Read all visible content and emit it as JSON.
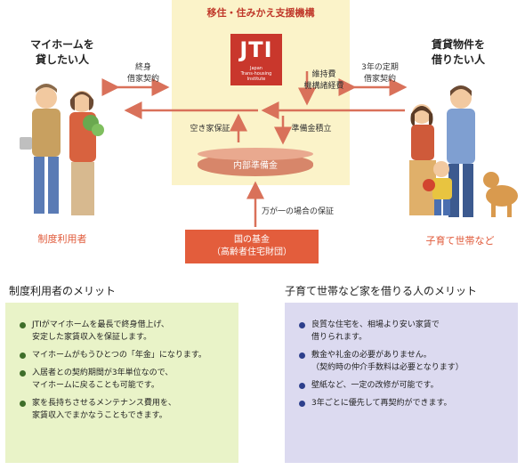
{
  "diagram": {
    "org_title": "移住・住みかえ支援機構",
    "logo": {
      "text": "JTI",
      "subtext": "Japan\nTrans-housing\nInstitute"
    },
    "left_party": {
      "title": "マイホームを\n貸したい人",
      "label": "制度利用者"
    },
    "right_party": {
      "title": "賃貸物件を\n借りたい人",
      "label": "子育て世帯など"
    },
    "arrow_labels": {
      "lifetime_lease": "終身\n借家契約",
      "fixed_term_lease": "3年の定期\n借家契約",
      "maintenance": "維持費\n機構諸経費",
      "vacancy_guarantee": "空き家保証",
      "reserve_accumulation": "準備金積立",
      "emergency_guarantee": "万が一の場合の保証"
    },
    "reserve_label": "内部準備金",
    "fund_label": "国の基金\n（高齢者住宅財団）",
    "colors": {
      "arrow": "#d9715a",
      "center_bg": "#fbf3c9",
      "brand_red": "#c9372c"
    }
  },
  "left_section": {
    "title": "制度利用者のメリット",
    "items": [
      "JTIがマイホームを最長で終身借上げ、\n安定した家賃収入を保証します。",
      "マイホームがもうひとつの「年金」になります。",
      "入居者との契約期間が3年単位なので、\nマイホームに戻ることも可能です。",
      "家を長持ちさせるメンテナンス費用を、\n家賃収入でまかなうこともできます。"
    ]
  },
  "right_section": {
    "title": "子育て世帯など家を借りる人のメリット",
    "items": [
      "良質な住宅を、相場より安い家賃で\n借りられます。",
      "敷金や礼金の必要がありません。\n（契約時の仲介手数料は必要となります）",
      "壁紙など、一定の改修が可能です。",
      "3年ごとに優先して再契約ができます。"
    ]
  }
}
